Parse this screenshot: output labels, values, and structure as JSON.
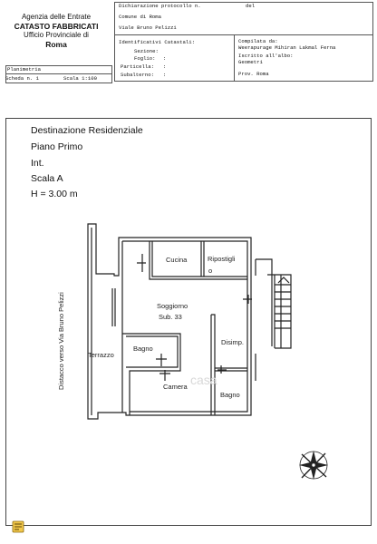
{
  "agency": {
    "name": "Agenzia delle Entrate",
    "catasto": "CATASTO FABBRICATI",
    "office": "Ufficio Provinciale di",
    "city": "Roma"
  },
  "header": {
    "protocol_label": "Dichiarazione protocollo n.",
    "protocol_del": "del",
    "comune": "Comune di Roma",
    "address": "Viale Bruno Pelizzi",
    "identificativi_label": "Identificativi Catastali:",
    "sezione_label": "Sezione:",
    "foglio_label": "Foglio:",
    "foglio_value": ":",
    "particella_label": "Particella:",
    "particella_value": ":",
    "subalterno_label": "Subalterno:",
    "subalterno_value": ":",
    "compilata_label": "Compilata da:",
    "compilata_value": "Weerapurage Mihiran Lakmal Ferna",
    "iscritto_label": "Iscritto all'albo:",
    "iscritto_value": "Geometri",
    "prov_label": "Prov. Roma"
  },
  "planimetria": {
    "title": "Planimetria",
    "scheda": "Scheda n. 1",
    "scala": "Scala 1:100"
  },
  "plan_info": {
    "destinazione": "Destinazione Residenziale",
    "piano": "Piano Primo",
    "interno": "Int.",
    "scala": "Scala A",
    "altezza": "H = 3.00 m"
  },
  "rooms": {
    "cucina": "Cucina",
    "ripostiglio_1": "Ripostigli",
    "ripostiglio_2": "o",
    "soggiorno": "Soggiorno",
    "sub": "Sub. 33",
    "disimpegno": "Disimp.",
    "terrazzo": "Terrazzo",
    "bagno_1": "Bagno",
    "camera": "Camera",
    "bagno_2": "Bagno"
  },
  "street_label": "Distacco verso Via Bruno Pelizzi",
  "watermark": "casa",
  "icons": {
    "compass": "compass-rose-icon",
    "document": "document-note-icon"
  },
  "colors": {
    "line": "#222222",
    "frame": "#444444",
    "note_icon": "#d4a017"
  }
}
